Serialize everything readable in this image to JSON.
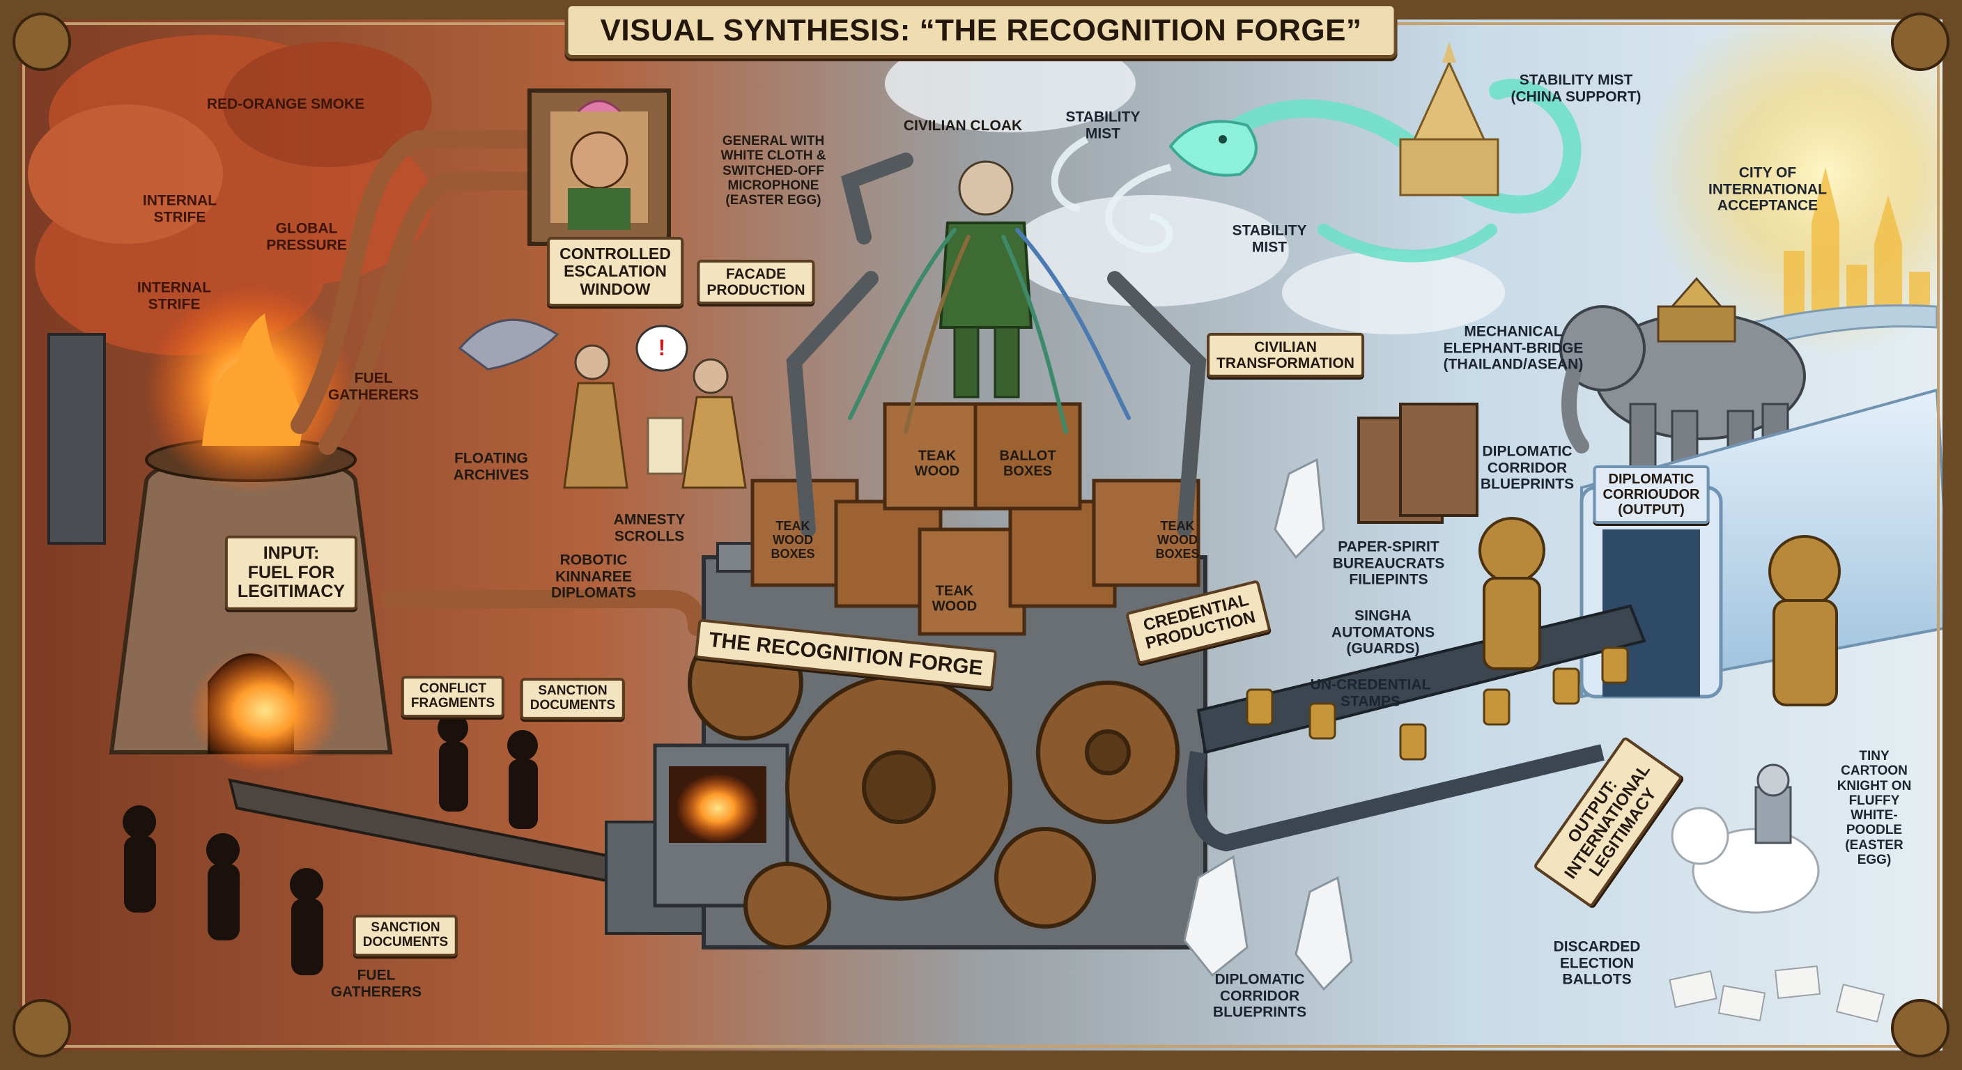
{
  "title": "VISUAL SYNTHESIS: “THE RECOGNITION FORGE”",
  "colors": {
    "frame": "#6b4a26",
    "fire_glow": "#ff7a1a",
    "smoke": "#c44a22",
    "steel": "#5b6066",
    "copper": "#9a5a33",
    "ice_blue": "#cfe3f2",
    "dragon": "#6fe0c8",
    "city_gold": "#f2c04a",
    "plaque": "#f3e3bf"
  },
  "labels": {
    "red_orange_smoke": "RED-ORANGE SMOKE",
    "internal_strife_1": "INTERNAL\nSTRIFE",
    "global_pressure": "GLOBAL\nPRESSURE",
    "internal_strife_2": "INTERNAL\nSTRIFE",
    "fuel_gatherers_top": "FUEL\nGATHERERS",
    "input_fuel": "INPUT:\nFUEL FOR\nLEGITIMACY",
    "conflict_fragments": "CONFLICT\nFRAGMENTS",
    "sanction_documents_1": "SANCTION\nDOCUMENTS",
    "sanction_documents_2": "SANCTION\nDOCUMENTS",
    "fuel_gatherers_bottom": "FUEL\nGATHERERS",
    "controlled_escalation": "CONTROLLED\nESCALATION\nWINDOW",
    "general_easter_egg": "GENERAL WITH\nWHITE CLOTH &\nSWITCHED-OFF\nMICROPHONE\n(EASTER EGG)",
    "facade_production": "FACADE\nPRODUCTION",
    "floating_archives": "FLOATING\nARCHIVES",
    "amnesty_scrolls": "AMNESTY\nSCROLLS",
    "robotic_kinnaree": "ROBOTIC\nKINNAREE\nDIPLOMATS",
    "civilian_cloak": "CIVILIAN CLOAK",
    "stability_mist_1": "STABILITY\nMIST",
    "stability_mist_2": "STABILITY\nMIST",
    "stability_mist_china": "STABILITY MIST\n(CHINA SUPPORT)",
    "city_acceptance": "CITY OF\nINTERNATIONAL\nACCEPTANCE",
    "civilian_transformation": "CIVILIAN\nTRANSFORMATION",
    "mechanical_elephant": "MECHANICAL\nELEPHANT-BRIDGE\n(THAILAND/ASEAN)",
    "diplomatic_corridor_blueprints_1": "DIPLOMATIC\nCORRIDOR\nBLUEPRINTS",
    "paper_spirit": "PAPER-SPIRIT\nBUREAUCRATS\nFILIEPINTS",
    "diplomatic_corridor_output": "DIPLOMATIC\nCORRIOUDOR\n(OUTPUT)",
    "singha_automatons": "SINGHA\nAUTOMATONS\n(GUARDS)",
    "un_credential_stamps": "UN-CREDENTIAL\nSTAMPS",
    "recognition_forge": "THE RECOGNITION FORGE",
    "credential_production": "CREDENTIAL\nPRODUCTION",
    "output_legitimacy": "OUTPUT:\nINTERNATIONAL\nLEGITIMACY",
    "tiny_knight": "TINY CARTOON\nKNIGHT ON FLUFFY\nWHITE-POODLE\n(EASTER EGG)",
    "discarded_ballots": "DISCARDED\nELECTION\nBALLOTS",
    "diplomatic_corridor_blueprints_2": "DIPLOMATIC\nCORRIDOR\nBLUEPRINTS",
    "crate_teak_1": "TEAK\nWOOD",
    "crate_ballot": "BALLOT\nBOXES",
    "crate_teak_boxes_1": "TEAK\nWOOD\nBOXES",
    "crate_teak_2": "TEAK\nWOOD",
    "crate_teak_boxes_2": "TEAK\nWOOD\nBOXES",
    "alert_mark": "!"
  }
}
